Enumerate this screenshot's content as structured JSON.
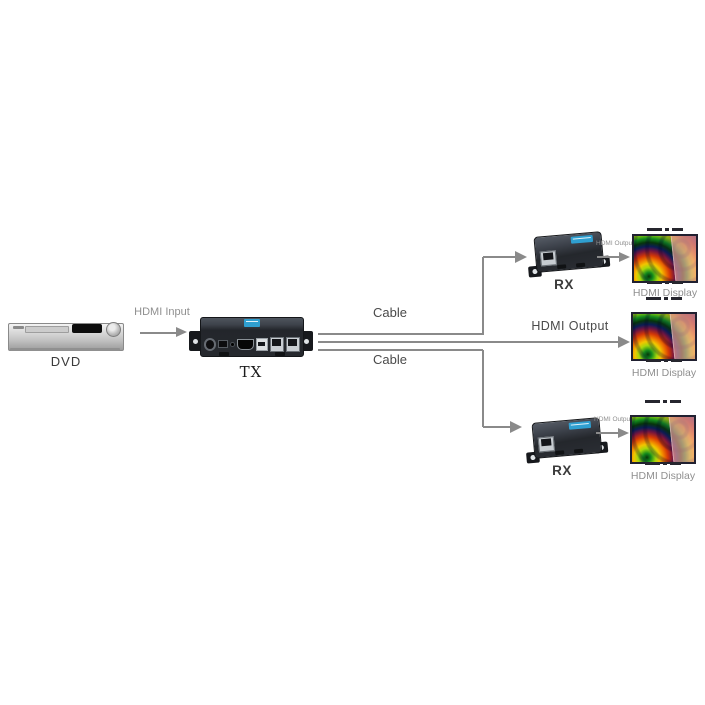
{
  "diagram": {
    "dvd": {
      "label": "DVD"
    },
    "hdmi_input": {
      "label": "HDMI Input"
    },
    "tx": {
      "label": "TX"
    },
    "cable_top": {
      "label": "Cable"
    },
    "cable_bottom": {
      "label": "Cable"
    },
    "hdmi_output_middle": {
      "label": "HDMI Output"
    },
    "rx_top": {
      "label": "RX",
      "output_label": "HDMI Output",
      "display_label": "HDMI Display"
    },
    "display_middle": {
      "label": "HDMI Display"
    },
    "rx_bottom": {
      "label": "RX",
      "output_label": "HDMI Output",
      "display_label": "HDMI Display"
    },
    "icons": {
      "arrow_right": "solid gray right-pointing arrowhead",
      "cable_line": "gray 2px connector line"
    },
    "colors": {
      "line_gray": "#8a8a8a",
      "label_gray": "#8f8f8f",
      "label_dark": "#4a4a4a",
      "device_body_dark": "#2a2d33",
      "accent_sticker_blue": "#2f9fd0",
      "screen_overlay_pink": "#f4a49e",
      "screen_ring_colors": [
        "#06350b",
        "#128a1d",
        "#a6d70b",
        "#f2c500",
        "#ef7a00",
        "#d33706",
        "#711440",
        "#0c1c55"
      ]
    }
  }
}
